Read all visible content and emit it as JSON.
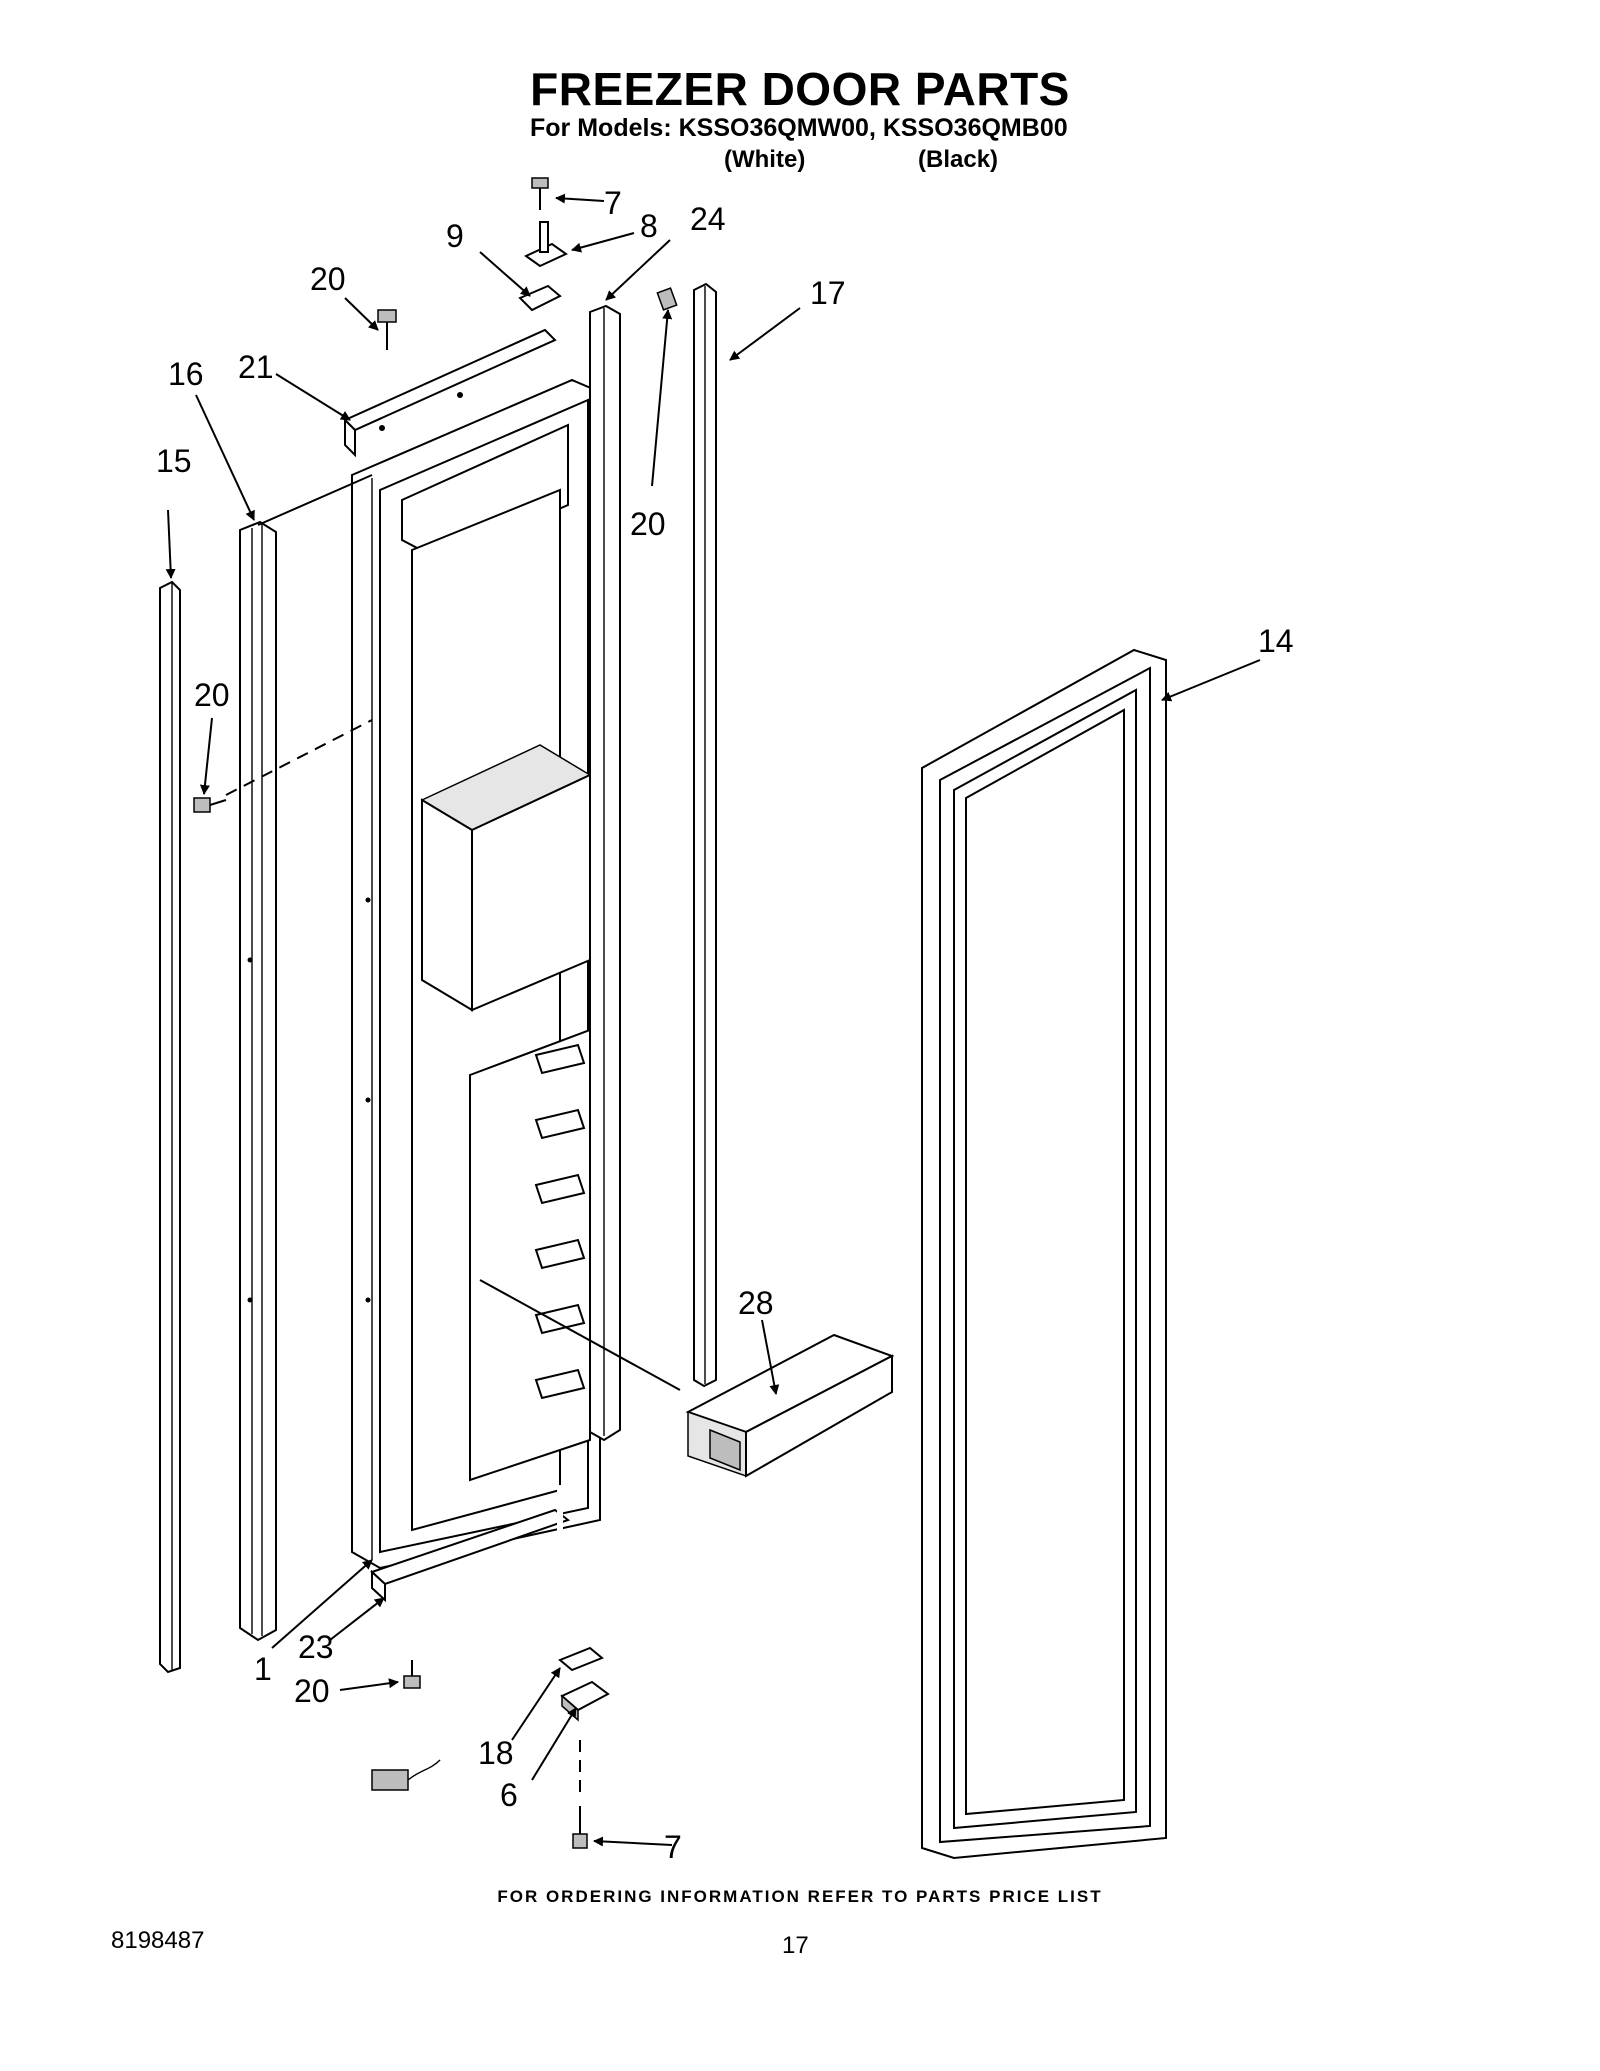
{
  "header": {
    "title": "FREEZER DOOR PARTS",
    "models_line": "For Models: KSSO36QMW00, KSSO36QMB00",
    "color_white": "(White)",
    "color_black": "(Black)"
  },
  "callouts": {
    "c7_top": "7",
    "c8": "8",
    "c9": "9",
    "c24": "24",
    "c20_top": "20",
    "c17": "17",
    "c21": "21",
    "c16": "16",
    "c15": "15",
    "c20_right": "20",
    "c14": "14",
    "c20_left": "20",
    "c28": "28",
    "c1": "1",
    "c23": "23",
    "c20_bottom": "20",
    "c18": "18",
    "c6": "6",
    "c7_bottom": "7"
  },
  "footer": {
    "ordering_info": "FOR ORDERING INFORMATION REFER TO PARTS PRICE LIST",
    "doc_number": "8198487",
    "page_number": "17"
  }
}
